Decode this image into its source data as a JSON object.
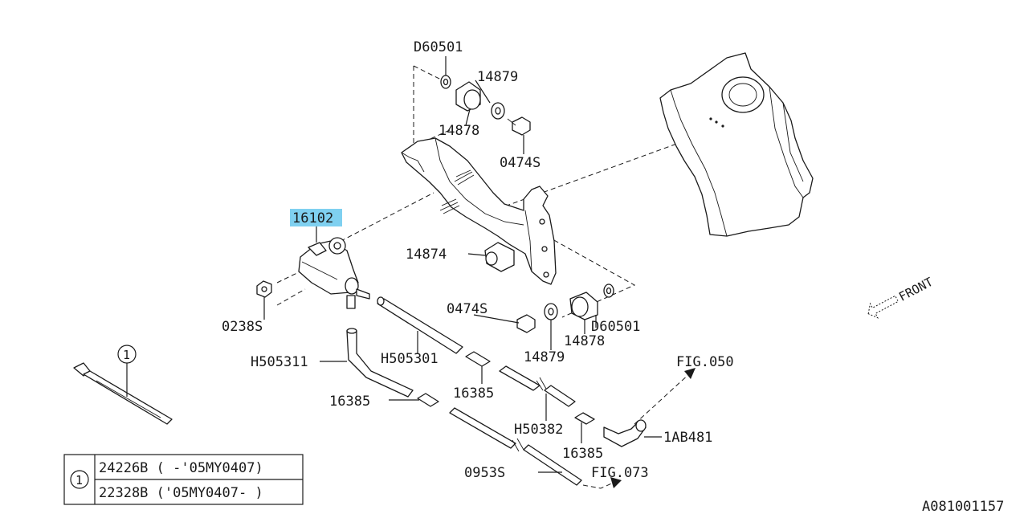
{
  "diagram_id": "A081001157",
  "highlight_color": "#7fd0f0",
  "line_color": "#1a1a1a",
  "callouts": {
    "solenoid": "16102",
    "d60501_top": "D60501",
    "n14879_top": "14879",
    "n14878_top": "14878",
    "n0474s_top": "0474S",
    "n14874": "14874",
    "n0474s_mid": "0474S",
    "d60501_mid": "D60501",
    "n14879_mid": "14879",
    "n14878_mid": "14878",
    "n0238s": "0238S",
    "h505311": "H505311",
    "h505301": "H505301",
    "n16385_a": "16385",
    "n16385_b": "16385",
    "n16385_c": "16385",
    "h50382": "H50382",
    "ab481": "1AB481",
    "n0953s": "0953S",
    "fig050": "FIG.050",
    "fig073": "FIG.073",
    "front": "FRONT",
    "ref_circle": "1"
  },
  "legend": {
    "symbol": "1",
    "rows": [
      "24226B ( -'05MY0407)",
      "22328B ('05MY0407- )"
    ]
  }
}
